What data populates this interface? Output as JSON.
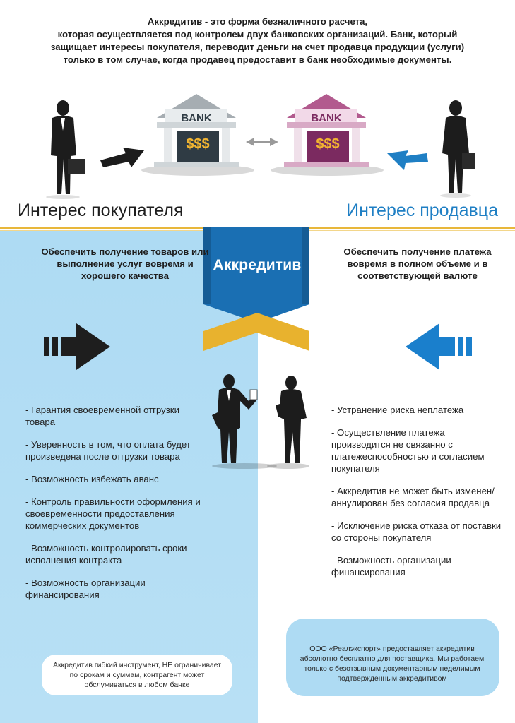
{
  "intro": [
    "Аккредитив - это форма безналичного расчета,",
    "которая осуществляется под контролем двух банковских организаций. Банк, который",
    "защищает интересы покупателя, переводит деньги на счет продавца продукции (услуги)",
    "только в том случае, когда продавец предоставит в банк необходимые документы."
  ],
  "banks": {
    "left": {
      "sign": "BANK",
      "money": "$$$",
      "color": "#2f3b44",
      "roof": "#9fa7ad"
    },
    "right": {
      "sign": "BANK",
      "money": "$$$",
      "color": "#7b2a60",
      "roof": "#b25a8e"
    }
  },
  "buyer": {
    "title": "Интерес покупателя",
    "goal": "Обеспечить получение товаров или выполнение услуг вовремя и хорошего качества",
    "items": [
      "- Гарантия своевременной отгрузки товара",
      "- Уверенность в том, что оплата будет произведена после отгрузки товара",
      "- Возможность избежать аванс",
      "- Контроль правильности оформления и своевременности предоставления коммерческих документов",
      "- Возможность контролировать сроки исполнения контракта",
      "- Возможность организации финансирования"
    ],
    "note": "Аккредитив гибкий инструмент, НЕ ограничивает по срокам и суммам, контрагент может обслуживаться в любом банке"
  },
  "seller": {
    "title": "Интерес продавца",
    "goal": "Обеспечить получение платежа вовремя в полном объеме и в соответствующей валюте",
    "items": [
      "- Устранение риска неплатежа",
      "- Осуществление платежа производится не связанно с платежеспособностью и согласием покупателя",
      "- Аккредитив не может быть изменен/аннулирован без согласия продавца",
      "- Исключение риска отказа от поставки со стороны покупателя",
      "- Возможность организации финансирования"
    ],
    "note": "ООО «Реалэкспорт» предоставляет аккредитив абсолютно бесплатно для поставщика. Мы работаем только с безотзывным документарным неделимым подтвержденным аккредитивом"
  },
  "ribbon": {
    "label": "Аккредитив",
    "blue": "#1a6fb3",
    "gold": "#e8b22e"
  },
  "colors": {
    "accent_blue": "#1f7fc4",
    "panel_blue": "#aedbf3",
    "dark": "#1e1e1e"
  }
}
